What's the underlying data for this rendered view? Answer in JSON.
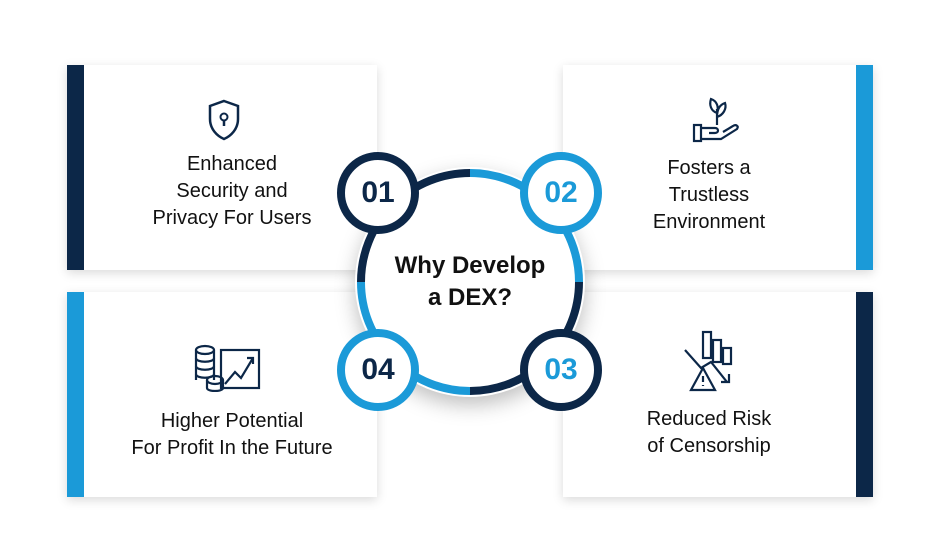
{
  "colors": {
    "dark": "#0c2748",
    "blue": "#1b9ad8"
  },
  "center_title": {
    "line1": "Why Develop",
    "line2": "a DEX?"
  },
  "items": [
    {
      "number": "01",
      "icon": "shield-lock-icon",
      "lines": [
        "Enhanced",
        "Security and",
        "Privacy For Users"
      ]
    },
    {
      "number": "02",
      "icon": "hand-plant-icon",
      "lines": [
        "Fosters a",
        "Trustless",
        "Environment"
      ]
    },
    {
      "number": "03",
      "icon": "falling-chart-warning-icon",
      "lines": [
        "Reduced Risk",
        "of Censorship"
      ]
    },
    {
      "number": "04",
      "icon": "coins-growth-chart-icon",
      "lines": [
        "Higher Potential",
        "For Profit In the Future"
      ]
    }
  ]
}
